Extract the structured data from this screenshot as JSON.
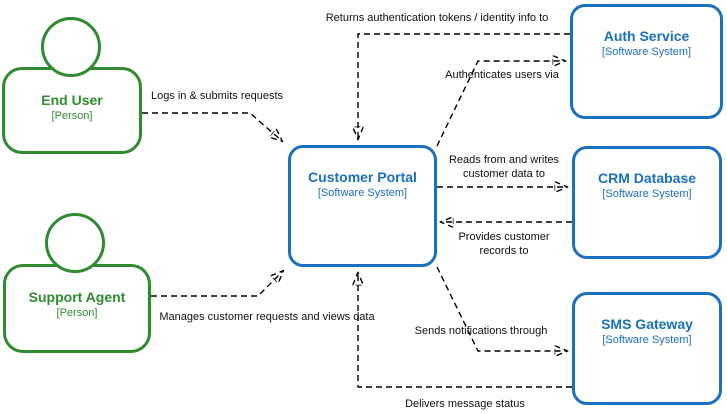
{
  "diagram": {
    "colors": {
      "system_accent": "#1B6FC1",
      "person_accent": "#2E8B2E",
      "connector": "#000000",
      "background": "#FFFFFF"
    },
    "nodes": {
      "end_user": {
        "name": "End User",
        "type": "[Person]"
      },
      "support_agent": {
        "name": "Support Agent",
        "type": "[Person]"
      },
      "customer_portal": {
        "name": "Customer Portal",
        "type": "[Software System]"
      },
      "auth_service": {
        "name": "Auth Service",
        "type": "[Software System]"
      },
      "crm_database": {
        "name": "CRM Database",
        "type": "[Software System]"
      },
      "sms_gateway": {
        "name": "SMS Gateway",
        "type": "[Software System]"
      }
    },
    "edges": {
      "logs_in": {
        "label": "Logs in & submits requests"
      },
      "returns_tokens": {
        "label": "Returns authentication tokens / identity info to"
      },
      "authenticates": {
        "label": "Authenticates users via"
      },
      "reads_writes": {
        "lines": [
          "Reads from and writes",
          "customer data to"
        ]
      },
      "provides_records": {
        "lines": [
          "Provides customer",
          "records to"
        ]
      },
      "manages": {
        "label": "Manages customer requests and views data"
      },
      "sends_notifications": {
        "label": "Sends notifications through"
      },
      "delivers_status": {
        "label": "Delivers message status"
      }
    }
  }
}
